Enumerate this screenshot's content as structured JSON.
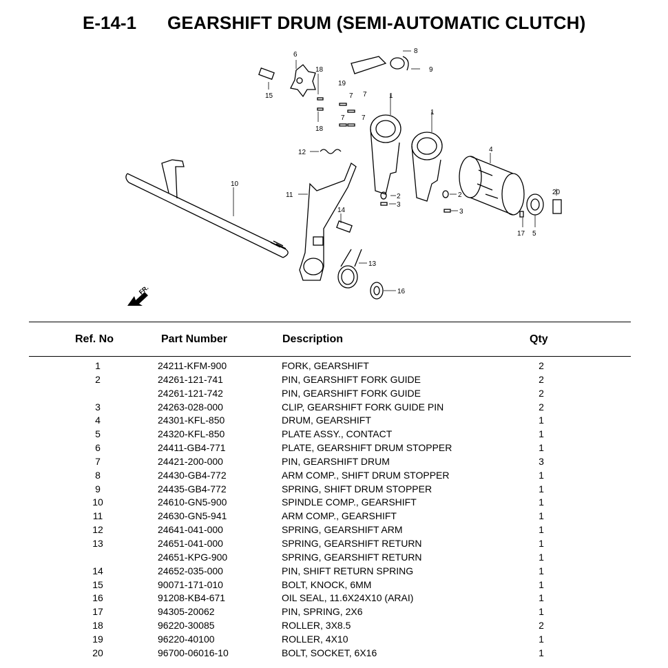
{
  "header": {
    "code": "E-14-1",
    "title": "GEARSHIFT DRUM (SEMI-AUTOMATIC CLUTCH)"
  },
  "diagram": {
    "callouts": [
      "1",
      "1",
      "2",
      "2",
      "3",
      "3",
      "4",
      "5",
      "6",
      "7",
      "7",
      "7",
      "7",
      "8",
      "9",
      "10",
      "11",
      "12",
      "13",
      "14",
      "15",
      "16",
      "17",
      "18",
      "18",
      "19",
      "20"
    ],
    "direction_label": "FR."
  },
  "table": {
    "headers": {
      "ref": "Ref. No",
      "part": "Part Number",
      "desc": "Description",
      "qty": "Qty"
    },
    "rows": [
      {
        "ref": "1",
        "part": "24211-KFM-900",
        "desc": "FORK, GEARSHIFT",
        "qty": "2"
      },
      {
        "ref": "2",
        "part": "24261-121-741",
        "desc": "PIN, GEARSHIFT FORK GUIDE",
        "qty": "2"
      },
      {
        "ref": "",
        "part": "24261-121-742",
        "desc": "PIN, GEARSHIFT FORK GUIDE",
        "qty": "2"
      },
      {
        "ref": "3",
        "part": "24263-028-000",
        "desc": "CLIP, GEARSHIFT FORK GUIDE PIN",
        "qty": "2"
      },
      {
        "ref": "4",
        "part": "24301-KFL-850",
        "desc": "DRUM, GEARSHIFT",
        "qty": "1"
      },
      {
        "ref": "5",
        "part": "24320-KFL-850",
        "desc": "PLATE ASSY., CONTACT",
        "qty": "1"
      },
      {
        "ref": "6",
        "part": "24411-GB4-771",
        "desc": "PLATE, GEARSHIFT DRUM STOPPER",
        "qty": "1"
      },
      {
        "ref": "7",
        "part": "24421-200-000",
        "desc": "PIN, GEARSHIFT DRUM",
        "qty": "3"
      },
      {
        "ref": "8",
        "part": "24430-GB4-772",
        "desc": "ARM COMP., SHIFT DRUM STOPPER",
        "qty": "1"
      },
      {
        "ref": "9",
        "part": "24435-GB4-772",
        "desc": "SPRING, SHIFT DRUM STOPPER",
        "qty": "1"
      },
      {
        "ref": "10",
        "part": "24610-GN5-900",
        "desc": "SPINDLE COMP., GEARSHIFT",
        "qty": "1"
      },
      {
        "ref": "11",
        "part": "24630-GN5-941",
        "desc": "ARM COMP., GEARSHIFT",
        "qty": "1"
      },
      {
        "ref": "12",
        "part": "24641-041-000",
        "desc": "SPRING, GEARSHIFT ARM",
        "qty": "1"
      },
      {
        "ref": "13",
        "part": "24651-041-000",
        "desc": "SPRING, GEARSHIFT RETURN",
        "qty": "1"
      },
      {
        "ref": "",
        "part": "24651-KPG-900",
        "desc": "SPRING, GEARSHIFT RETURN",
        "qty": "1"
      },
      {
        "ref": "14",
        "part": "24652-035-000",
        "desc": "PIN, SHIFT RETURN SPRING",
        "qty": "1"
      },
      {
        "ref": "15",
        "part": "90071-171-010",
        "desc": "BOLT, KNOCK, 6MM",
        "qty": "1"
      },
      {
        "ref": "16",
        "part": "91208-KB4-671",
        "desc": "OIL SEAL, 11.6X24X10 (ARAI)",
        "qty": "1"
      },
      {
        "ref": "17",
        "part": "94305-20062",
        "desc": "PIN, SPRING, 2X6",
        "qty": "1"
      },
      {
        "ref": "18",
        "part": "96220-30085",
        "desc": "ROLLER, 3X8.5",
        "qty": "2"
      },
      {
        "ref": "19",
        "part": "96220-40100",
        "desc": "ROLLER, 4X10",
        "qty": "1"
      },
      {
        "ref": "20",
        "part": "96700-06016-10",
        "desc": "BOLT, SOCKET, 6X16",
        "qty": "1"
      }
    ]
  }
}
